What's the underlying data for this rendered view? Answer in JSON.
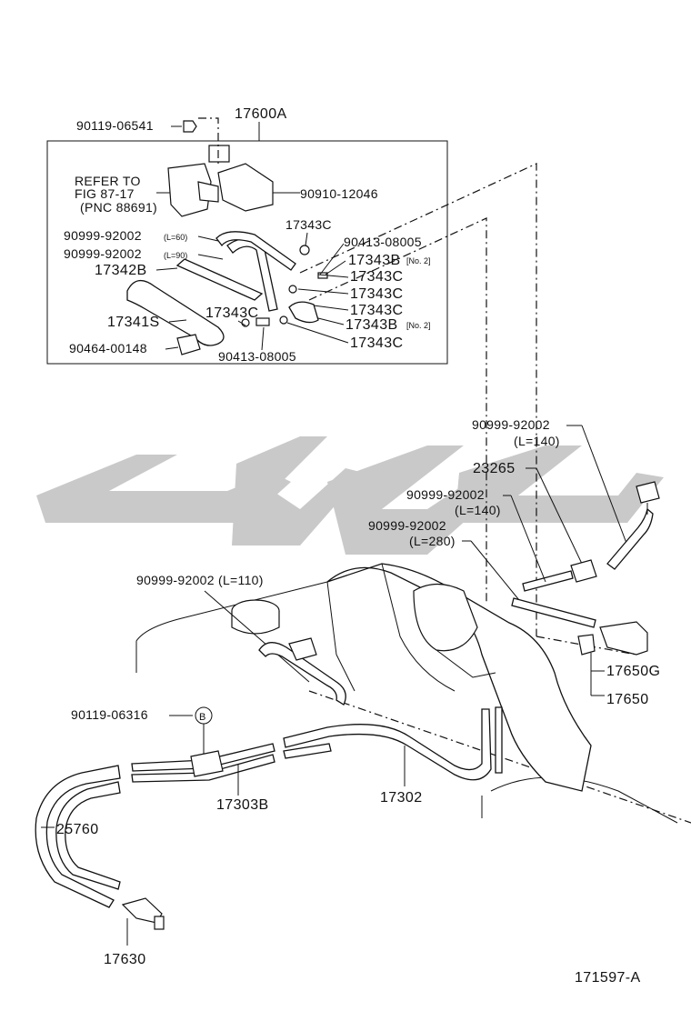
{
  "diagram": {
    "figure_code": "171597-A",
    "assembly_box": {
      "part_number": "17600A",
      "refer_note": [
        "REFER TO",
        "FIG 87-17",
        "(PNC 88691)"
      ]
    },
    "callouts": {
      "c1": "90119-06541",
      "c2": "90910-12046",
      "c3": "17343C",
      "c4": "90413-08005",
      "c5": "90999-92002",
      "c5_note": "(L=60)",
      "c6": "90999-92002",
      "c6_note": "(L=90)",
      "c7": "17343B",
      "c7_note": "[No. 2]",
      "c8": "17342B",
      "c9": "17343C",
      "c10": "17343C",
      "c11": "17343C",
      "c12": "17341S",
      "c13": "17343C",
      "c14": "17343B",
      "c14_note": "[No. 2]",
      "c15": "17343C",
      "c16": "90464-00148",
      "c17": "90413-08005",
      "c18": "90999-92002",
      "c18_note": "(L=140)",
      "c19": "23265",
      "c20": "90999-92002",
      "c20_note": "(L=140)",
      "c21": "90999-92002",
      "c21_note": "(L=280)",
      "c22": "90999-92002 (L=110)",
      "c23": "17650G",
      "c24": "17650",
      "c25": "90119-06316",
      "c25_ref": "B",
      "c26": "17303B",
      "c27": "17302",
      "c28": "25760",
      "c29": "17630"
    }
  }
}
